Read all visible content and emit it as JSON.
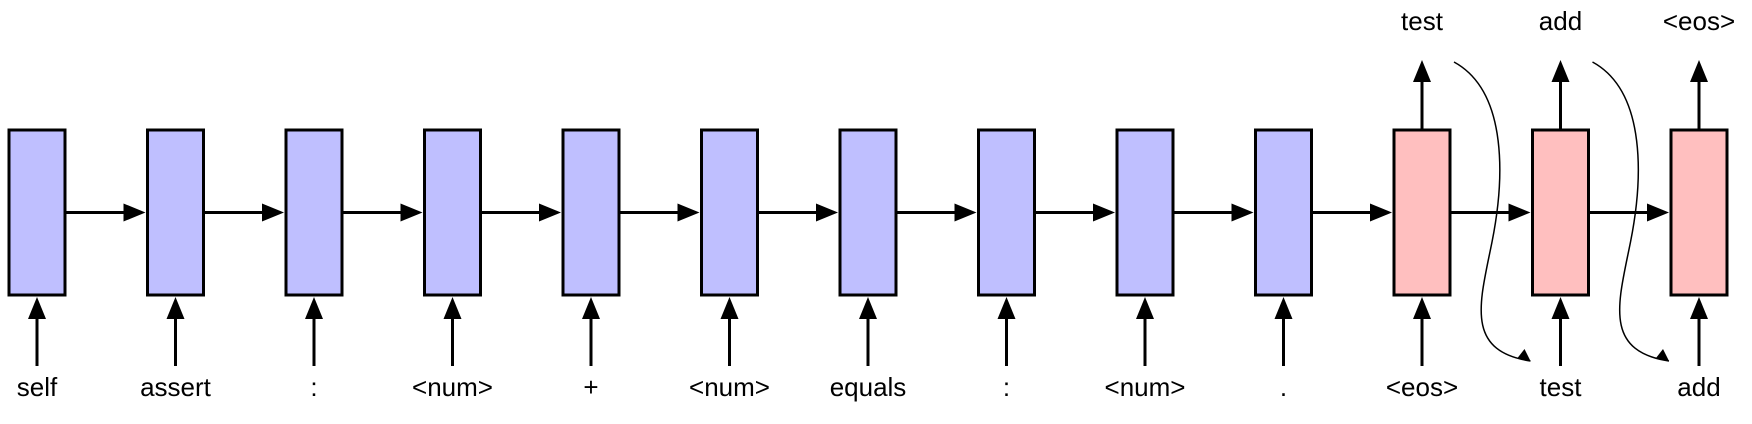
{
  "diagram": {
    "encoder_inputs": [
      "self",
      "assert",
      ":",
      "<num>",
      "+",
      "<num>",
      "equals",
      ":",
      "<num>",
      "."
    ],
    "decoder_inputs": [
      "<eos>",
      "test",
      "add"
    ],
    "decoder_outputs": [
      "test",
      "add",
      "<eos>"
    ],
    "colors": {
      "encoder_cell": "#bfbfff",
      "decoder_cell": "#ffbfbf",
      "stroke": "#000000"
    }
  }
}
